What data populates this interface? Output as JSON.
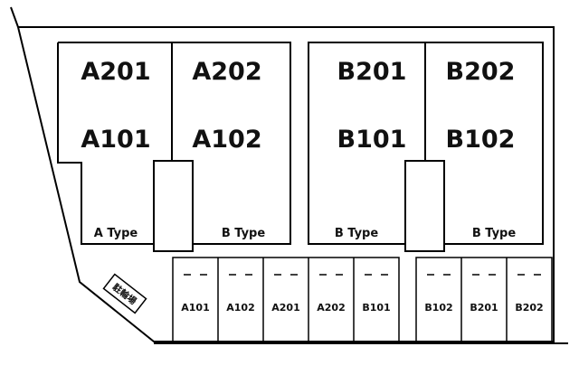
{
  "buildings": [
    {
      "units": [
        "A201",
        "A202",
        "A101",
        "A102"
      ],
      "types": [
        "A Type",
        "B Type"
      ]
    },
    {
      "units": [
        "B201",
        "B202",
        "B101",
        "B102"
      ],
      "types": [
        "B Type",
        "B Type"
      ]
    }
  ],
  "parking": {
    "group1": [
      "A101",
      "A102",
      "A201",
      "A202",
      "B101"
    ],
    "group2": [
      "B102",
      "B201",
      "B202"
    ]
  },
  "bicycle_area": "駐輪場"
}
